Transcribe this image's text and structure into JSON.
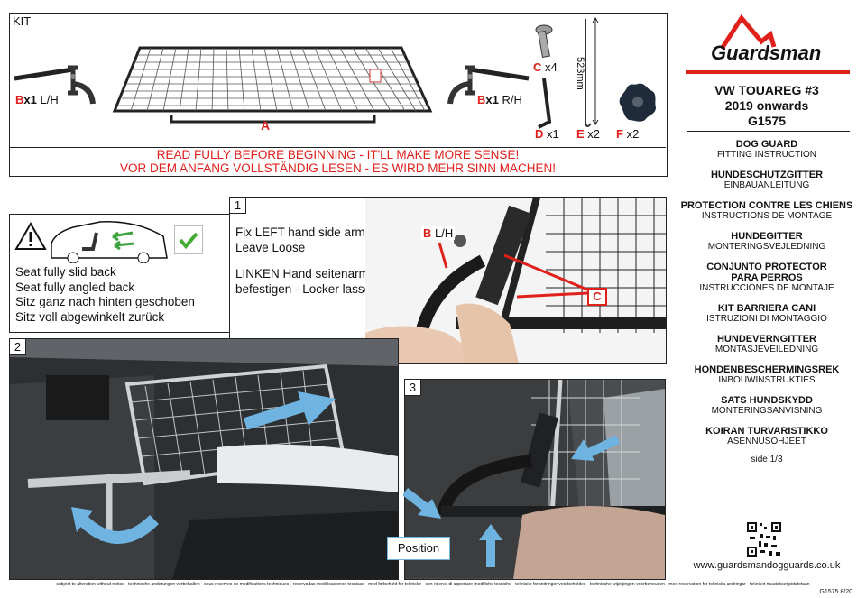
{
  "brand": {
    "name": "Guardsman"
  },
  "kit": {
    "heading": "KIT",
    "parts": {
      "b_left": {
        "letter": "B",
        "qty": "x1",
        "side": "L/H"
      },
      "a": {
        "letter": "A"
      },
      "b_right": {
        "letter": "B",
        "qty": "x1",
        "side": "R/H"
      },
      "c": {
        "letter": "C",
        "qty": "x4"
      },
      "d": {
        "letter": "D",
        "qty": "x1"
      },
      "e": {
        "letter": "E",
        "qty": "x2"
      },
      "f": {
        "letter": "F",
        "qty": "x2"
      },
      "length": "523mm"
    },
    "warning_en": "READ FULLY BEFORE BEGINNING - IT'LL MAKE MORE SENSE!",
    "warning_de": "VOR DEM ANFANG VOLLSTÄNDIG LESEN - ES WIRD MEHR SINN MACHEN!"
  },
  "seat_note": {
    "lines": [
      "Seat fully slid back",
      "Seat fully angled back",
      "Sitz ganz nach hinten geschoben",
      "Sitz voll abgewinkelt zurück"
    ]
  },
  "steps": {
    "s1": {
      "number": "1",
      "text_en_1": "Fix LEFT hand side arm -",
      "text_en_2": "Leave Loose",
      "text_de_1": "LINKEN Hand seitenarm",
      "text_de_2": "befestigen - Locker lassen",
      "callout_b": "B",
      "callout_b_side": "L/H",
      "callout_c": "C"
    },
    "s2": {
      "number": "2"
    },
    "s3": {
      "number": "3",
      "position_label": "Position"
    }
  },
  "vehicle": {
    "model": "VW TOUAREG #3",
    "years": "2019 onwards",
    "code": "G1575"
  },
  "translations": [
    {
      "title": "DOG GUARD",
      "sub": "FITTING INSTRUCTION"
    },
    {
      "title": "HUNDESCHUTZGITTER",
      "sub": "EINBAUANLEITUNG"
    },
    {
      "title": "PROTECTION CONTRE LES CHIENS",
      "sub": "INSTRUCTIONS DE MONTAGE"
    },
    {
      "title": "HUNDEGITTER",
      "sub": "MONTERINGSVEJLEDNING"
    },
    {
      "title": "CONJUNTO PROTECTOR PARA PERROS",
      "sub": "INSTRUCCIONES DE MONTAJE"
    },
    {
      "title": "KIT BARRIERA CANI",
      "sub": "ISTRUZIONI DI MONTAGGIO"
    },
    {
      "title": "HUNDEVERNGITTER",
      "sub": "MONTASJEVEILEDNING"
    },
    {
      "title": "HONDENBESCHERMINGSREK",
      "sub": "INBOUWINSTRUKTIES"
    },
    {
      "title": "SATS HUNDSKYDD",
      "sub": "MONTERINGSANVISNING"
    },
    {
      "title": "KOIRAN TURVARISTIKKO",
      "sub": "ASENNUSOHJEET"
    }
  ],
  "side": "side 1/3",
  "website": "www.guardsmandogguards.co.uk",
  "footer": {
    "disclaimer": "subject to alteration without notice - technische anderungen vorbehalten - sous reserves de modifications techniques - reservadas modificaciones tecnicas - med forbehold for tekniske - con riserva di apportare modifiche tecniche - tekniske forandringer voorbeholdes - technische wijzigingen voorbehouden - med reservation for tekniska andringar - tekniset muutokset pidatetaan",
    "code": "G1575 8/20"
  },
  "colors": {
    "accent": "#e0201b",
    "arrow": "#6fb4e0",
    "check": "#44aa33"
  }
}
